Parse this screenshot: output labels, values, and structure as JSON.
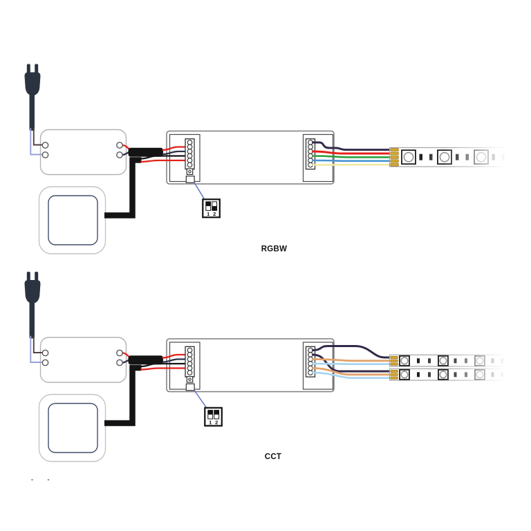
{
  "diagrams": [
    {
      "label": "RGBW",
      "dip_detail": {
        "labels": [
          "1",
          "2"
        ],
        "switch1_position": "up",
        "switch2_position": "down"
      },
      "led_strip": {
        "type": "RGBW",
        "solder_pads": 5,
        "visible_led_chips": 3,
        "wire_colors": [
          "dark-purple",
          "red",
          "green",
          "blue",
          "pale-yellow"
        ]
      },
      "components": [
        "power-plug",
        "power-supply",
        "wall-switch",
        "led-controller",
        "dip-switch-detail",
        "rgbw-led-strip"
      ]
    },
    {
      "label": "CCT",
      "dip_detail": {
        "labels": [
          "1",
          "2"
        ],
        "switch1_position": "up",
        "switch2_position": "up"
      },
      "led_strips": [
        {
          "type": "CCT",
          "solder_pads": 3,
          "visible_led_chips": 3,
          "wire_colors": [
            "dark-purple",
            "orange",
            "light-blue"
          ]
        },
        {
          "type": "CCT",
          "solder_pads": 3,
          "visible_led_chips": 3,
          "wire_colors": [
            "dark-purple",
            "orange",
            "light-blue"
          ]
        }
      ],
      "components": [
        "power-plug",
        "power-supply",
        "wall-switch",
        "led-controller",
        "dip-switch-detail",
        "cct-led-strip-1",
        "cct-led-strip-2"
      ]
    }
  ],
  "footer_marks": "- -",
  "colors": {
    "plug_dark": "#2c3340",
    "wire_brown": "#53403f",
    "wire_periwinkle": "#94a0d6",
    "wire_red": "#e32119",
    "wire_navy": "#2d3447",
    "wire_black": "#141414",
    "cable_black": "#141414",
    "wire_dark_purple": "#332a4a",
    "wire_green": "#2aa13c",
    "wire_blue": "#4593d0",
    "wire_pale_yellow": "#f2e9a4",
    "wire_orange": "#e2a36b",
    "wire_light_blue": "#a8d6f0",
    "pad_gold": "#d8a82f",
    "pad_gold_border": "#9a7418",
    "psu_border": "#b3b3b3",
    "switch_outer_border": "#c4c4c4",
    "switch_inner_border": "#434d69",
    "controller_border": "#7d7d7d",
    "controller_inner_border": "#4a4a4a",
    "terminal_border": "#3c3c3c",
    "pointer_blue": "#5a6ec2",
    "strip_border": "#a3a3a3",
    "chip_border": "#1a1a1a",
    "chip_circle": "#8c8c8c",
    "resistor_dark": "#1f1f1f",
    "text": "#111111"
  }
}
